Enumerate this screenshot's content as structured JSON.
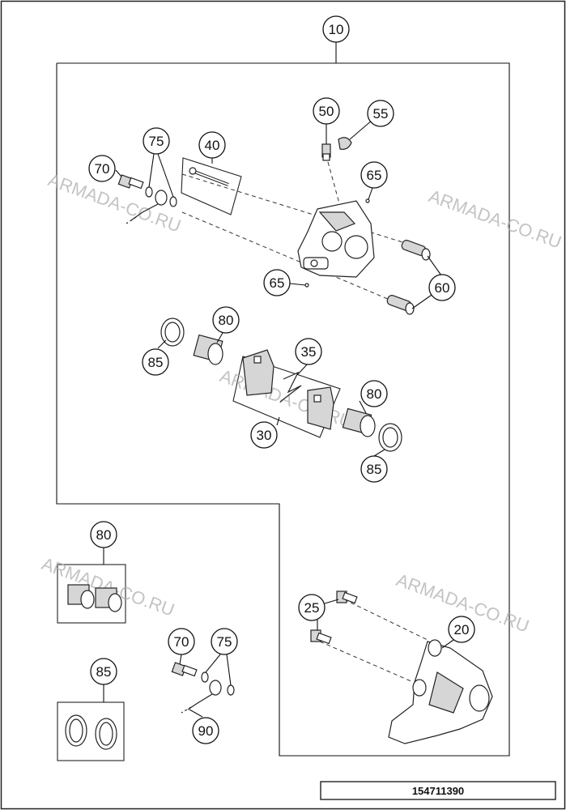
{
  "callouts": {
    "c10": "10",
    "c50": "50",
    "c55": "55",
    "c75a": "75",
    "c40": "40",
    "c70a": "70",
    "c65a": "65",
    "c65b": "65",
    "c60": "60",
    "c80a": "80",
    "c85a": "85",
    "c35": "35",
    "c80b": "80",
    "c30": "30",
    "c85b": "85",
    "c80c": "80",
    "c25": "25",
    "c20": "20",
    "c70b": "70",
    "c75b": "75",
    "c85c": "85",
    "c90": "90"
  },
  "watermark": {
    "text1": "ARMADA-CO.RU",
    "text2": "ARMADA-CO.RU",
    "text3": "ARMADA-CO.RU",
    "text4": "ARMADA-CO.RU",
    "text5": "ARMADA-CO.RU"
  },
  "figure_number": "154711390"
}
